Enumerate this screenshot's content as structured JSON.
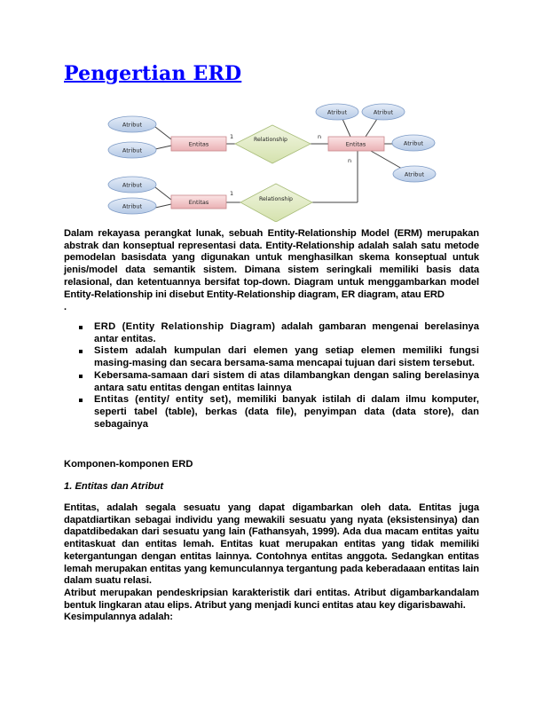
{
  "title": "Pengertian ERD",
  "diagram": {
    "attr_label": "Atribut",
    "entity_label": "Entitas",
    "relationship_label": "Relationship",
    "card_one": "1",
    "card_many": "n",
    "colors": {
      "attribute_fill": "#c9d8ee",
      "attribute_stroke": "#7f9cc6",
      "entity_fill": "#f3c9cb",
      "entity_stroke": "#c9878b",
      "relationship_fill": "#e3ecc8",
      "relationship_stroke": "#a9bd7a",
      "line": "#404040"
    }
  },
  "intro": {
    "paragraph": "Dalam rekayasa perangkat lunak, sebuah Entity-Relationship Model (ERM) merupakan abstrak dan konseptual representasi data. Entity-Relationship adalah salah satu metode pemodelan basisdata yang digunakan untuk menghasilkan skema konseptual untuk jenis/model data semantik sistem. Dimana sistem seringkali memiliki basis data relasional, dan ketentuannya bersifat top-down. Diagram untuk menggambarkan model Entity-Relationship ini disebut Entity-Relationship diagram, ER diagram, atau ERD",
    "dot": "."
  },
  "bullets": [
    {
      "strong": "ERD (Entity Relationship Diagram)",
      "text": " adalah gambaran mengenai berelasinya antar entitas."
    },
    {
      "strong": "Sistem",
      "text": " adalah kumpulan dari elemen yang setiap elemen memiliki fungsi masing-masing dan secara bersama-sama mencapai tujuan dari sistem tersebut."
    },
    {
      "strong": "",
      "text": "Kebersama-samaan dari sistem di atas dilambangkan dengan saling berelasinya antara satu entitas dengan entitas lainnya"
    },
    {
      "strong": "Entitas (entity/ entity set)",
      "text": ", memiliki banyak istilah di dalam ilmu komputer, seperti tabel (table), berkas (data file), penyimpan data (data store), dan sebagainya"
    }
  ],
  "section": {
    "heading": "Komponen-komponen ERD",
    "subheading": "1. Entitas dan Atribut",
    "entitas_strong": "Entitas",
    "entitas_text": ", adalah segala sesuatu yang dapat digambarkan oleh data. Entitas juga dapatdiartikan sebagai individu yang mewakili sesuatu yang nyata (eksistensinya) dan dapatdibedakan dari sesuatu yang lain (Fathansyah, 1999). Ada dua macam entitas yaitu entitaskuat dan entitas lemah. Entitas kuat merupakan entitas yang tidak memiliki ketergantungan dengan entitas lainnya. Contohnya entitas anggota. Sedangkan entitas lemah merupakan entitas yang kemunculannya tergantung pada keberadaaan entitas lain dalam suatu relasi.",
    "atribut_strong": "Atribut",
    "atribut_text": " merupakan pendeskripsian karakteristik dari entitas. Atribut digambarkandalam bentuk lingkaran atau elips. Atribut yang menjadi kunci entitas atau key digarisbawahi.",
    "conclusion": "Kesimpulannya adalah:"
  }
}
